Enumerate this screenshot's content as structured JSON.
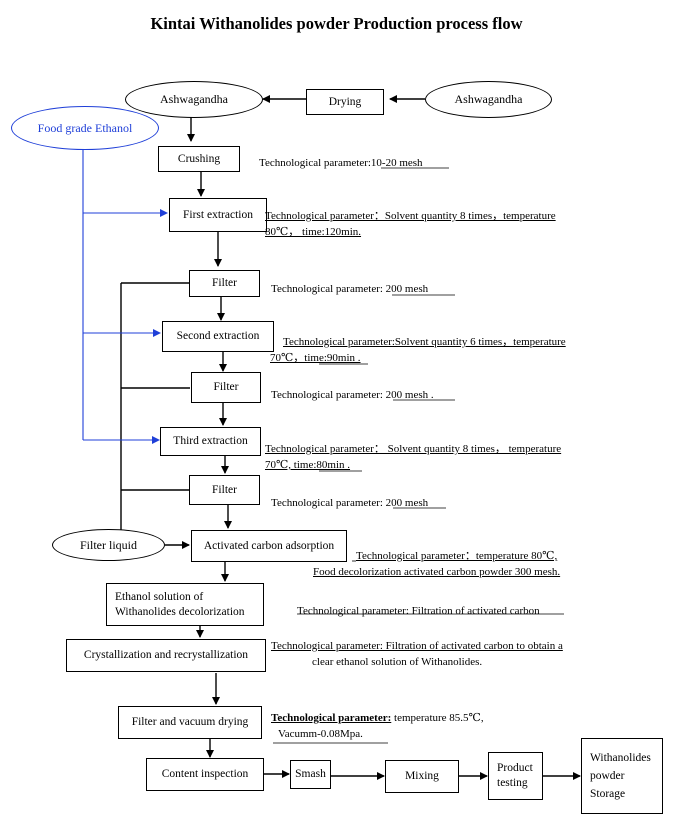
{
  "title": "Kintai Withanolides powder Production process flow",
  "nodes": {
    "ashwagandha_left": "Ashwagandha",
    "ashwagandha_right": "Ashwagandha",
    "drying": "Drying",
    "ethanol": "Food grade Ethanol",
    "crushing": "Crushing",
    "first_extraction": "First extraction",
    "filter1": "Filter",
    "second_extraction": "Second extraction",
    "filter2": "Filter",
    "third_extraction": "Third extraction",
    "filter3": "Filter",
    "filter_liquid": "Filter liquid",
    "activated_carbon": "Activated carbon adsorption",
    "ethanol_solution_l1": "Ethanol solution of",
    "ethanol_solution_l2": "Withanolides decolorization",
    "crystallization": "Crystallization and recrystallization",
    "filter_vacuum": "Filter and vacuum drying",
    "content_inspection": "Content inspection",
    "smash": "Smash",
    "mixing": "Mixing",
    "product_testing_l1": "Product",
    "product_testing_l2": "testing",
    "storage_l1": "Withanolides",
    "storage_l2": "powder",
    "storage_l3": "Storage"
  },
  "params": {
    "crushing": "Technological parameter:10-20 mesh",
    "first_extraction_l1": "Technological parameter：Solvent quantity 8 times，temperature",
    "first_extraction_l2": "80℃， time:120min.",
    "filter1": "Technological parameter: 200 mesh",
    "second_extraction_l1": "Technological parameter:Solvent quantity 6 times，temperature",
    "second_extraction_l2": "70℃，time:90min .",
    "filter2": "Technological parameter: 200 mesh .",
    "third_extraction_l1": "Technological parameter： Solvent quantity 8 times， temperature",
    "third_extraction_l2": "70℃, time:80min .",
    "filter3": "Technological parameter: 200 mesh",
    "activated_carbon_l1": "Technological parameter：temperature 80℃,",
    "activated_carbon_l2": "Food decolorization activated carbon powder 300 mesh.",
    "ethanol_solution": "Technological parameter: Filtration of activated carbon",
    "crystallization_l1": "Technological parameter: Filtration of activated carbon to obtain a",
    "crystallization_l2": "clear ethanol solution of Withanolides.",
    "vacuum_label": "Technological parameter:",
    "vacuum_l1_rest": " temperature 85.5℃,",
    "vacuum_l2": "Vacumm-0.08Mpa."
  },
  "colors": {
    "ethanol_flow": "#1f3fd8",
    "line": "#000000"
  }
}
